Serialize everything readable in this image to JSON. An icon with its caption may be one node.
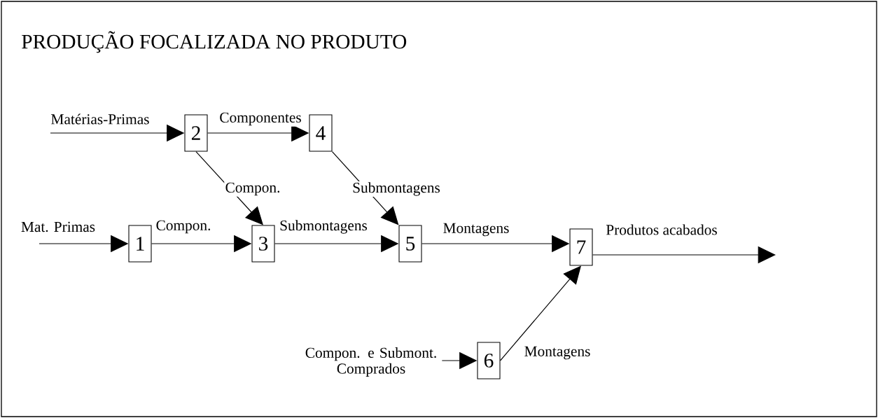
{
  "diagram": {
    "title": "PRODUÇÃO FOCALIZADA NO PRODUTO",
    "nodes": [
      {
        "text": [
          "2"
        ]
      },
      {
        "text": [
          "4"
        ]
      },
      {
        "text": [
          "1"
        ]
      },
      {
        "text": [
          "3"
        ]
      },
      {
        "text": [
          "5"
        ]
      },
      {
        "text": [
          "7"
        ]
      },
      {
        "text": [
          "6"
        ]
      }
    ],
    "edges": [
      {
        "from": null,
        "to": 0,
        "arrow": "to",
        "label": "Matérias-Primas"
      },
      {
        "from": 0,
        "to": 1,
        "arrow": "to",
        "label": "Componentes"
      },
      {
        "from": 0,
        "to": 3,
        "arrow": "to",
        "label": "Compon."
      },
      {
        "from": 1,
        "to": 4,
        "arrow": "to",
        "label": "Submontagens"
      },
      {
        "from": null,
        "to": 2,
        "arrow": "to",
        "label": "Mat. Primas"
      },
      {
        "from": 2,
        "to": 3,
        "arrow": "to",
        "label": "Compon."
      },
      {
        "from": 3,
        "to": 4,
        "arrow": "to",
        "label": "Submontagens"
      },
      {
        "from": 4,
        "to": 5,
        "arrow": "to",
        "label": "Montagens"
      },
      {
        "from": 5,
        "to": null,
        "arrow": "to",
        "label": "Produtos acabados"
      },
      {
        "from": null,
        "to": 6,
        "arrow": "to",
        "label": "Compon. e Submont. Comprados"
      },
      {
        "from": 6,
        "to": 5,
        "arrow": "to",
        "label": "Montagens"
      }
    ]
  }
}
